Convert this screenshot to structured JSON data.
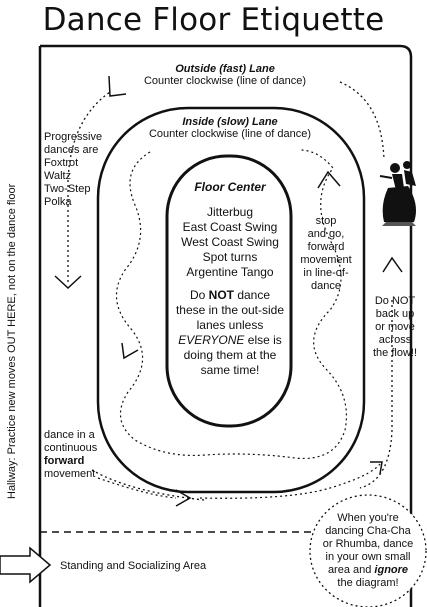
{
  "title": "Dance Floor Etiquette",
  "outside_lane": {
    "title": "Outside (fast) Lane",
    "subtitle": "Counter clockwise (line of dance)"
  },
  "inside_lane": {
    "title": "Inside (slow) Lane",
    "subtitle": "Counter clockwise (line of dance)"
  },
  "floor_center": {
    "title": "Floor Center",
    "dances": [
      "Jitterbug",
      "East Coast Swing",
      "West Coast Swing",
      "Spot turns",
      "Argentine Tango"
    ],
    "warning": {
      "pre": "Do ",
      "not": "NOT",
      "mid1": " dance these in the out-side lanes unless ",
      "everyone": "EVERYONE",
      "post": " else is doing them at the same time!"
    }
  },
  "progressive": {
    "intro": [
      "Progressive",
      "dances are"
    ],
    "dances": [
      "Foxtrot",
      "Waltz",
      "Two-Step",
      "Polka"
    ]
  },
  "stop_and_go": [
    "stop",
    "and go,",
    "forward",
    "movement",
    "in line-of-",
    "dance"
  ],
  "do_not_back_up": [
    "Do NOT",
    "back up",
    "or move",
    "across",
    "the flow!!"
  ],
  "continuous": {
    "line1": "dance in a",
    "line2": "continuous",
    "forward": "forward",
    "line4": "movement"
  },
  "hallway_note": "Hallway: Practice new moves OUT HERE, not on the dance floor",
  "cha_cha_note": {
    "l1": "When you're",
    "l2": "dancing Cha-Cha",
    "l3": "or Rhumba, dance",
    "l4": "in your own small",
    "l5a": "area and ",
    "ignore": "ignore",
    "l6": "the diagram!"
  },
  "standing_area": "Standing and Socializing Area",
  "colors": {
    "ink": "#111111",
    "background": "#ffffff"
  }
}
